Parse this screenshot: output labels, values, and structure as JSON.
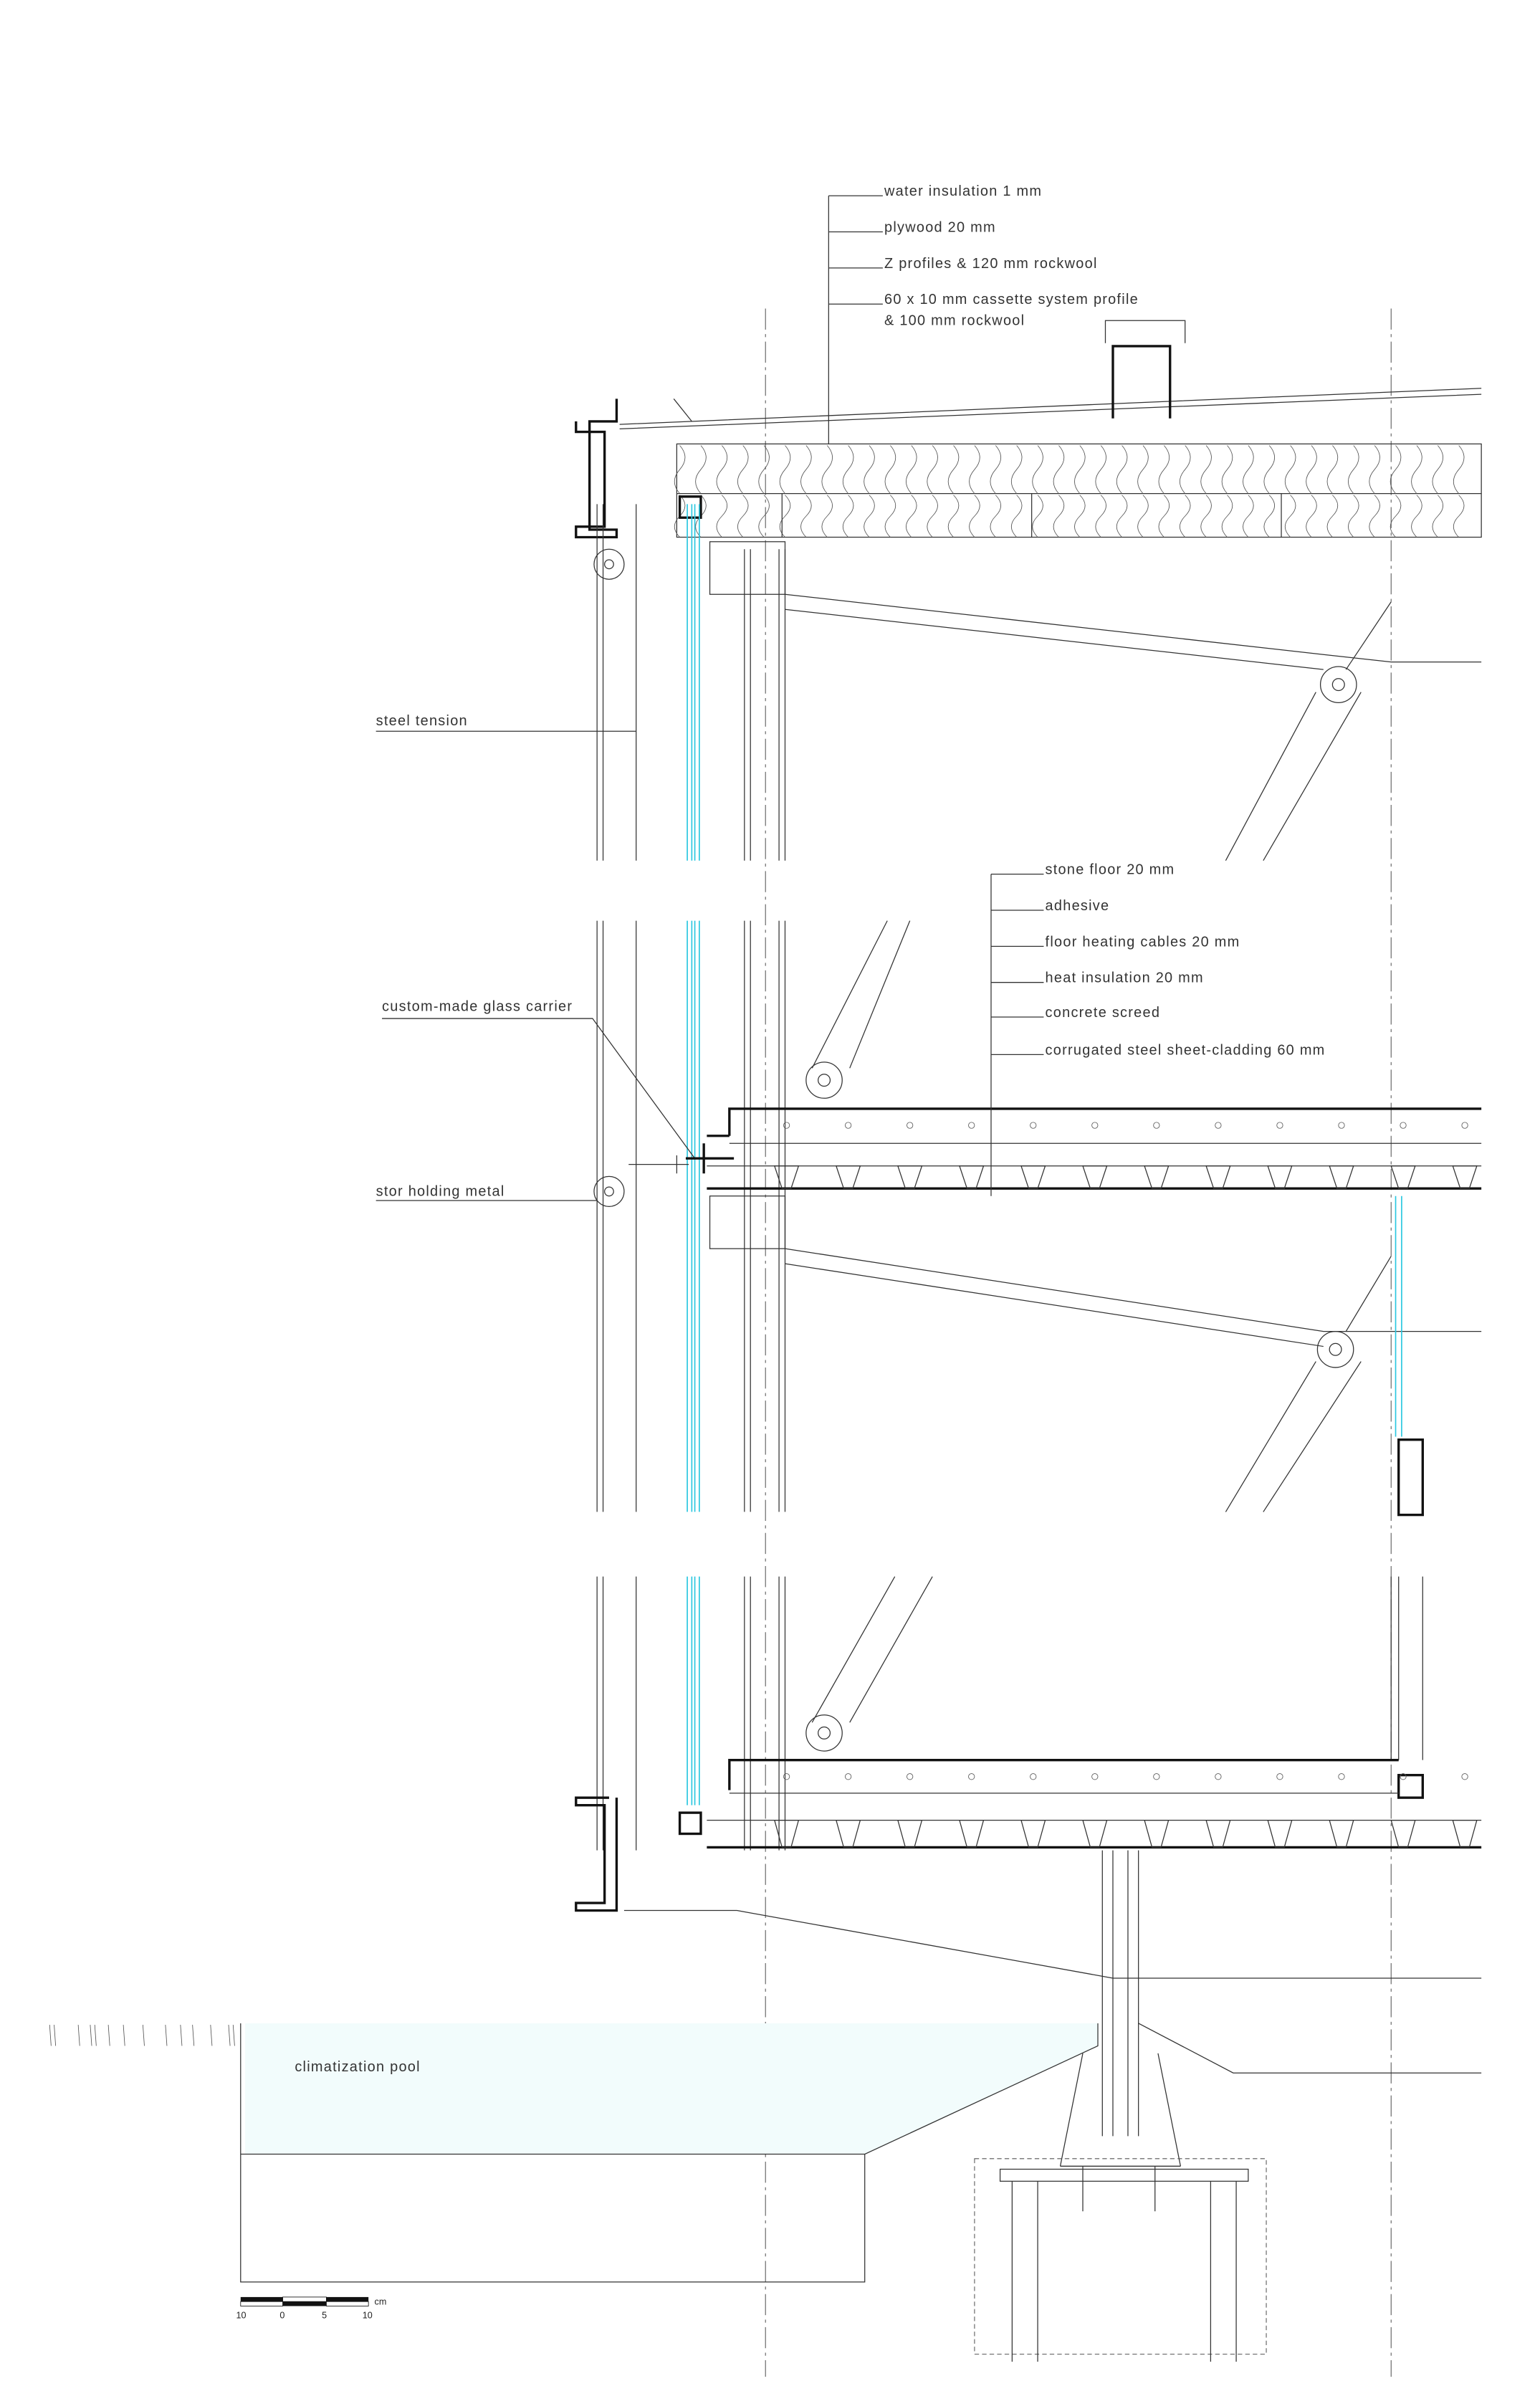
{
  "roof_labels": [
    "water insulation 1 mm",
    "plywood 20 mm",
    "Z profiles & 120 mm rockwool",
    "60 x 10 mm cassette system profile",
    "& 100 mm rockwool"
  ],
  "floor_labels": [
    "stone floor 20 mm",
    "adhesive",
    "floor heating cables 20 mm",
    "heat insulation 20 mm",
    "concrete screed",
    "corrugated steel sheet-cladding 60 mm"
  ],
  "side_labels": {
    "steel_tension": "steel tension",
    "glass_carrier": "custom-made glass carrier",
    "stor_holding": "stor holding metal"
  },
  "pool_label": "climatization pool",
  "scale_bar": {
    "ticks": [
      "10",
      "0",
      "5",
      "10"
    ],
    "unit": "cm"
  },
  "colors": {
    "glass": "#2bc7e0",
    "pool": "#f2fcfc",
    "line": "#333333"
  }
}
